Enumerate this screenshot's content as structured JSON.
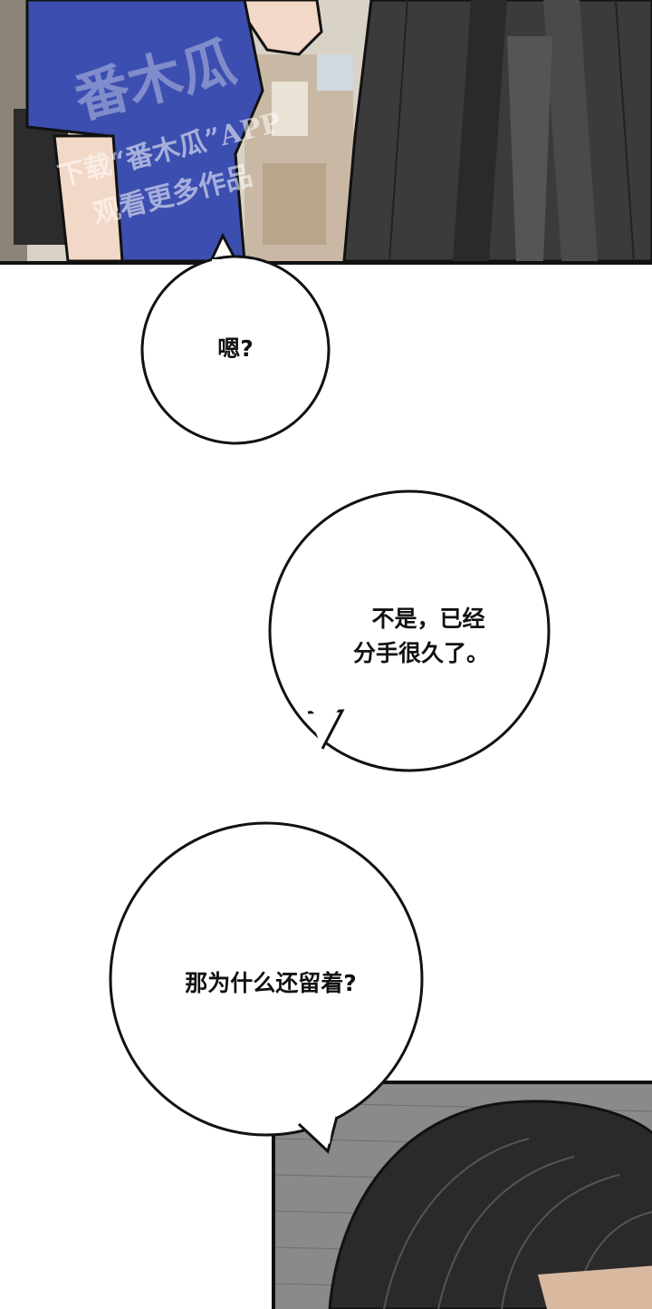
{
  "watermark": {
    "brand": "番木瓜",
    "line1": "下载“番木瓜”APP",
    "line2": "观看更多作品"
  },
  "bubbles": [
    {
      "id": "bubble-1",
      "lines": [
        "嗯?"
      ]
    },
    {
      "id": "bubble-2",
      "lines": [
        "不是，已经",
        "分手很久了。"
      ]
    },
    {
      "id": "bubble-3",
      "lines": [
        "那为什么还留着?"
      ]
    }
  ],
  "colors": {
    "ink": "#111111",
    "shirt_blue": "#3c4fb0",
    "skin": "#f2d8c6",
    "dark_hair": "#2a2a2a"
  }
}
